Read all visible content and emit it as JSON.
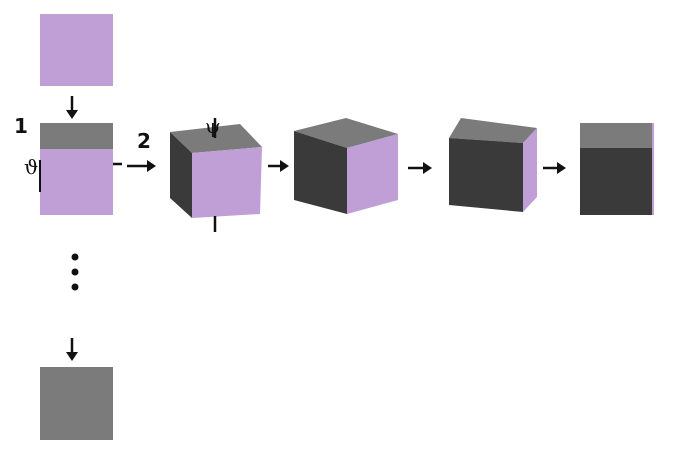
{
  "labels": {
    "step_1": "1",
    "step_2": "2",
    "theta": "ϑ",
    "psi": "ψ"
  },
  "colors": {
    "purple": "#bf9fd6",
    "gray": "#7b7b7b",
    "dark": "#3a3a3a",
    "arrow": "#111111"
  }
}
